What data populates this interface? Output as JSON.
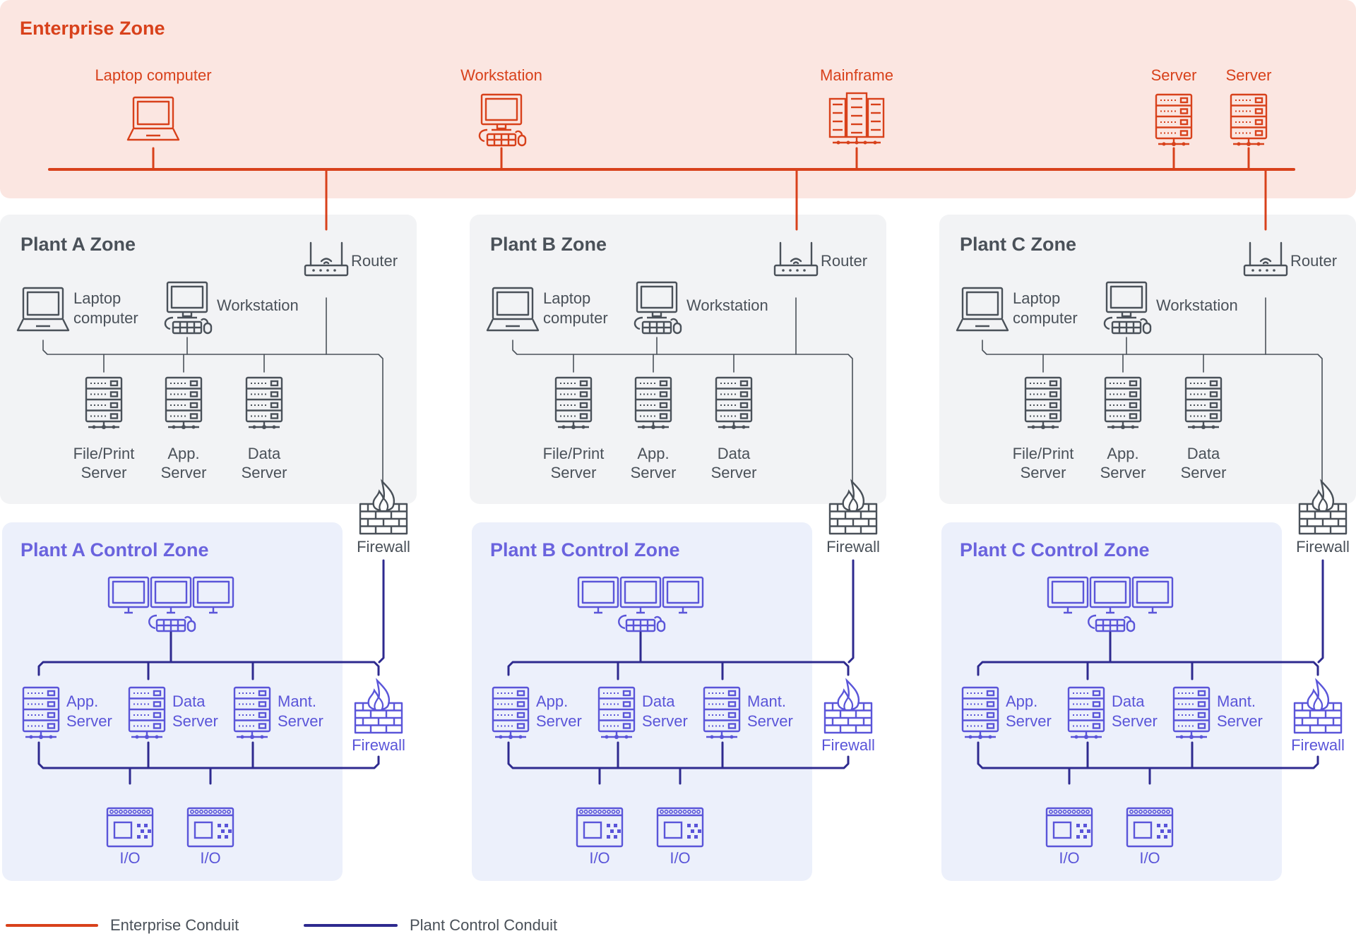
{
  "colors": {
    "enterprise": "#D8411B",
    "enterprise_bg": "#FBE6E1",
    "plant": "#4A5159",
    "plant_bg": "#F2F3F5",
    "control": "#5A55D9",
    "control_line": "#2E2A8F",
    "control_bg": "#ECF0FB",
    "control_title": "#6A63DE"
  },
  "enterprise": {
    "title": "Enterprise Zone",
    "devices": [
      {
        "icon": "laptop-icon",
        "label": "Laptop computer"
      },
      {
        "icon": "workstation-icon",
        "label": "Workstation"
      },
      {
        "icon": "mainframe-icon",
        "label": "Mainframe"
      },
      {
        "icon": "server-icon",
        "label": "Server"
      },
      {
        "icon": "server-icon",
        "label": "Server"
      }
    ]
  },
  "plants": [
    {
      "title": "Plant A Zone",
      "router": "Router",
      "laptop": [
        "Laptop",
        "computer"
      ],
      "workstation": "Workstation",
      "servers": [
        [
          "File/Print",
          "Server"
        ],
        [
          "App.",
          "Server"
        ],
        [
          "Data",
          "Server"
        ]
      ],
      "firewall": "Firewall",
      "control": {
        "title": "Plant A Control Zone",
        "servers": [
          [
            "App.",
            "Server"
          ],
          [
            "Data",
            "Server"
          ],
          [
            "Mant.",
            "Server"
          ]
        ],
        "firewall": "Firewall",
        "io": [
          "I/O",
          "I/O"
        ]
      }
    },
    {
      "title": "Plant B Zone",
      "router": "Router",
      "laptop": [
        "Laptop",
        "computer"
      ],
      "workstation": "Workstation",
      "servers": [
        [
          "File/Print",
          "Server"
        ],
        [
          "App.",
          "Server"
        ],
        [
          "Data",
          "Server"
        ]
      ],
      "firewall": "Firewall",
      "control": {
        "title": "Plant B Control Zone",
        "servers": [
          [
            "App.",
            "Server"
          ],
          [
            "Data",
            "Server"
          ],
          [
            "Mant.",
            "Server"
          ]
        ],
        "firewall": "Firewall",
        "io": [
          "I/O",
          "I/O"
        ]
      }
    },
    {
      "title": "Plant C Zone",
      "router": "Router",
      "laptop": [
        "Laptop",
        "computer"
      ],
      "workstation": "Workstation",
      "servers": [
        [
          "File/Print",
          "Server"
        ],
        [
          "App.",
          "Server"
        ],
        [
          "Data",
          "Server"
        ]
      ],
      "firewall": "Firewall",
      "control": {
        "title": "Plant C Control Zone",
        "servers": [
          [
            "App.",
            "Server"
          ],
          [
            "Data",
            "Server"
          ],
          [
            "Mant.",
            "Server"
          ]
        ],
        "firewall": "Firewall",
        "io": [
          "I/O",
          "I/O"
        ]
      }
    }
  ],
  "legend": {
    "enterprise": "Enterprise Conduit",
    "control": "Plant Control Conduit"
  }
}
